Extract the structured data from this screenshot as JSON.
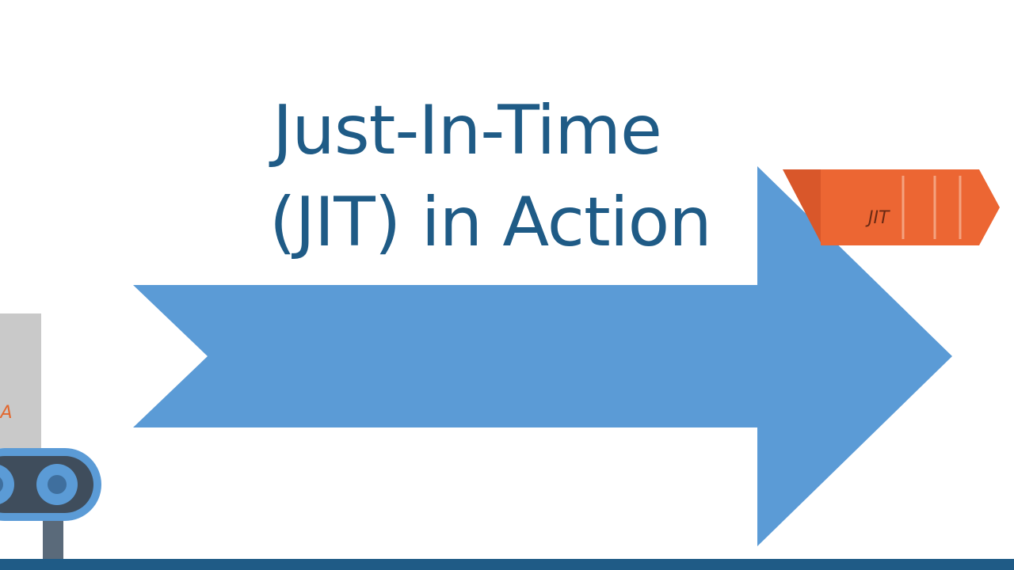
{
  "title": {
    "line1": "Just-In-Time",
    "line2": "(JIT) in Action"
  },
  "tag_label": "JIT",
  "box_label": "JA",
  "colors": {
    "title": "#1f5b86",
    "arrow": "#5b9bd6",
    "tag_orange": "#ec6633",
    "tag_orange_dark": "#d9572a",
    "box_gray": "#c9c9c9",
    "box_label": "#e2682f",
    "conveyor_dark": "#3f4d5c",
    "conveyor_wheel": "#5b9bd6",
    "bottom_bar": "#1f5b86"
  }
}
